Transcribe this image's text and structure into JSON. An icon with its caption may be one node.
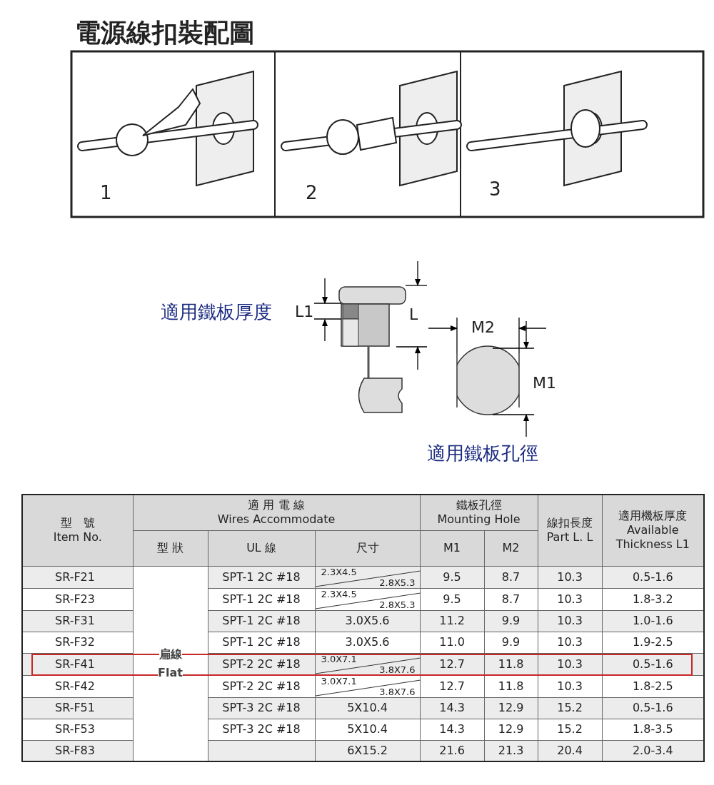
{
  "diagram": {
    "title": "電源線扣裝配圖",
    "labels": [
      "1",
      "2",
      "3",
      "適用鐵板厚度",
      "L1",
      "L",
      "M2",
      "M1",
      "適用鐵板孔徑",
      "型　號",
      "Item No.",
      "適 用 電 線",
      "Wires Accommodate",
      "鐵板孔徑",
      "Mounting Hole",
      "線扣長度",
      "Part L. L",
      "適用機板厚度",
      "Available Thickness L1",
      "型 狀",
      "UL 線",
      "尺寸",
      "M1",
      "M2",
      "SR-F21",
      "扁線",
      "Flat",
      "SPT-1 2C #18",
      "2.3X4.5",
      "2.8X5.3",
      "9.5",
      "8.7",
      "10.3",
      "0.5-1.6",
      "SR-F23",
      "SPT-1 2C #18",
      "2.3X4.5",
      "2.8X5.3",
      "9.5",
      "8.7",
      "10.3",
      "1.8-3.2",
      "SR-F31",
      "SPT-1 2C #18",
      "3.0X5.6",
      "11.2",
      "9.9",
      "10.3",
      "1.0-1.6",
      "SR-F32",
      "SPT-1 2C #18",
      "3.0X5.6",
      "11.0",
      "9.9",
      "10.3",
      "1.9-2.5",
      "SR-F41",
      "SPT-2 2C #18",
      "3.0X7.1",
      "3.8X7.6",
      "12.7",
      "11.8",
      "10.3",
      "0.5-1.6",
      "SR-F42",
      "SPT-2 2C #18",
      "3.0X7.1",
      "3.8X7.6",
      "12.7",
      "11.8",
      "10.3",
      "1.8-2.5",
      "SR-F51",
      "SPT-3 2C #18",
      "5X10.4",
      "14.3",
      "12.9",
      "15.2",
      "0.5-1.6",
      "SR-F53",
      "SPT-3 2C #18",
      "5X10.4",
      "14.3",
      "12.9",
      "15.2",
      "1.8-3.5",
      "SR-F83",
      "6X15.2",
      "21.6",
      "21.3",
      "20.4",
      "2.0-3.4"
    ]
  }
}
